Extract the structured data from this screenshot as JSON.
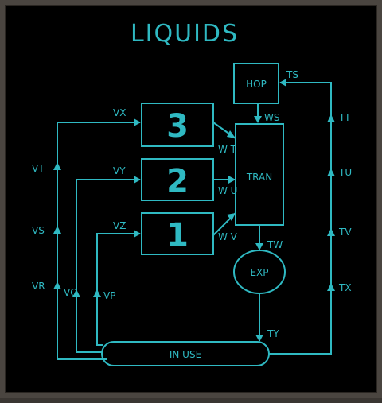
{
  "colors": {
    "line": "#2fb9c2",
    "background": "#000000",
    "frame": "#4a4540"
  },
  "title": "LIQUIDS",
  "nodes": {
    "hop": "HOP",
    "tran": "TRAN",
    "exp": "EXP",
    "in_use": "IN USE",
    "box3": "3",
    "box2": "2",
    "box1": "1"
  },
  "labels": {
    "ts": "TS",
    "ws": "WS",
    "vx": "VX",
    "vy": "VY",
    "vz": "VZ",
    "wt": "W T",
    "wu": "W U",
    "wv": "W V",
    "tw": "TW",
    "ty": "TY",
    "tt": "TT",
    "tu": "TU",
    "tv": "TV",
    "tx": "TX",
    "vt": "VT",
    "vs": "VS",
    "vr": "VR",
    "vq": "VQ",
    "vp": "VP"
  }
}
